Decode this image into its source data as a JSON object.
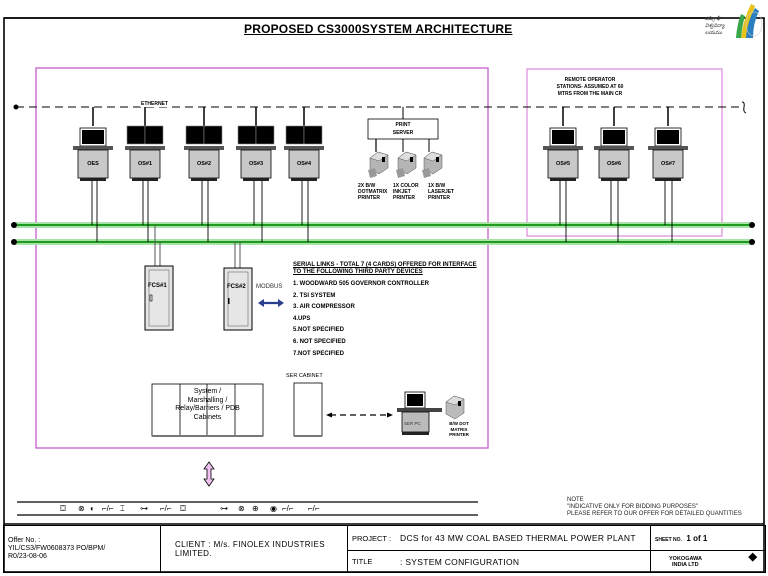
{
  "drawing": {
    "title": "PROPOSED CS3000SYSTEM ARCHITECTURE",
    "logo_lines": [
      "ఎపిగ్రాఫ్‌",
      "విశ్వవిద్యా",
      "లయము"
    ],
    "ethernet_label": "ETHERNET",
    "remote_label": [
      "REMOTE OPERATOR",
      "STATIONS- ASSUMED AT 60",
      "MTRS FROM THE MAIN CR"
    ],
    "stations": [
      {
        "label": "OES"
      },
      {
        "label": "OS#1"
      },
      {
        "label": "OS#2"
      },
      {
        "label": "OS#3"
      },
      {
        "label": "OS#4"
      },
      {
        "label": "OS#5"
      },
      {
        "label": "OS#6"
      },
      {
        "label": "OS#7"
      }
    ],
    "print_server": {
      "line1": "PRINT",
      "line2": "SERVER"
    },
    "printers": [
      {
        "label": [
          "2X B/W",
          "DOTMATRIX",
          "PRINTER"
        ]
      },
      {
        "label": [
          "1X COLOR",
          "INKJET",
          "PRINTER"
        ]
      },
      {
        "label": [
          "1X B/W",
          "LASERJET",
          "PRINTER"
        ]
      }
    ],
    "fcs": [
      {
        "label": "FCS#1"
      },
      {
        "label": "FCS#2"
      }
    ],
    "modbus_label": "MODBUS",
    "serial_links": {
      "heading": "SERIAL LINKS -  TOTAL 7 (4 CARDS) OFFERED FOR INTERFACE TO THE FOLLOWING THIRD PARTY DEVICES",
      "items": [
        "1. WOODWARD 505 GOVERNOR CONTROLLER",
        "2. TSI SYSTEM",
        "3. AIR COMPRESSOR",
        "4.UPS",
        "5.NOT SPECIFIED",
        "6. NOT SPECIFIED",
        "7.NOT SPECIFIED"
      ]
    },
    "cabinets_label": [
      "System /",
      "Marshalling /",
      "Relay/Barriers / PDB",
      "Cabinets"
    ],
    "ser_cabinet_label": "SER CABINET",
    "ser_pc_label": "SER PC",
    "ser_printer_label": [
      "B/W DOT",
      "MATRIX",
      "PRINTER"
    ],
    "field_symbols": [
      "⛋",
      "⊗",
      "◐",
      "⌐/⌐",
      "⌶",
      "⊶",
      "⌐/⌐",
      "⛋",
      "⊶",
      "⊗",
      "⊕",
      "◉",
      "⌐/⌐",
      "⌐/⌐"
    ],
    "note": {
      "title": "NOTE",
      "line1": "\"INDICATIVE  ONLY FOR BIDDING PURPOSES\"",
      "line2": "PLEASE  REFER TO OUR OFFER FOR DETAILED QUANTITIES"
    }
  },
  "title_block": {
    "offer_label": "Offer No. :",
    "offer_no_line1": "YIL/CS3/FW0608373 PO/BPM/",
    "offer_no_line2": "R0/23-08-06",
    "client": "CLIENT : M/s. FINOLEX INDUSTRIES LIMITED.",
    "project_label": "PROJECT :",
    "project_value": "DCS for 43 MW COAL BASED THERMAL POWER PLANT",
    "title_label": "TITLE",
    "title_value": ": SYSTEM CONFIGURATION",
    "sheet_label": "SHEET NO.",
    "sheet_value": "1 of 1",
    "company_line1": "YOKOGAWA",
    "company_line2": "INDIA LTD"
  },
  "colors": {
    "boundary": "#cc66cc",
    "network": "#22aa22"
  }
}
